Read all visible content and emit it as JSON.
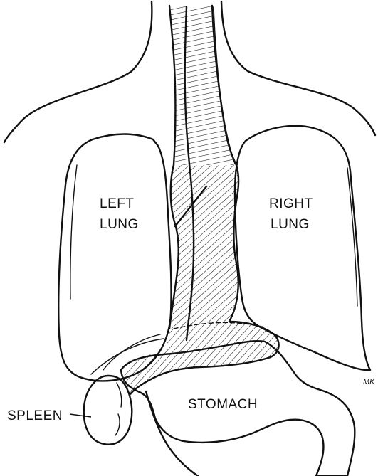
{
  "labels": {
    "left_lung_line1": "LEFT",
    "left_lung_line2": "LUNG",
    "right_lung_line1": "RIGHT",
    "right_lung_line2": "LUNG",
    "stomach": "STOMACH",
    "spleen": "SPLEEN"
  },
  "signature": "MK",
  "colors": {
    "ink": "#111111",
    "paper": "#ffffff"
  }
}
